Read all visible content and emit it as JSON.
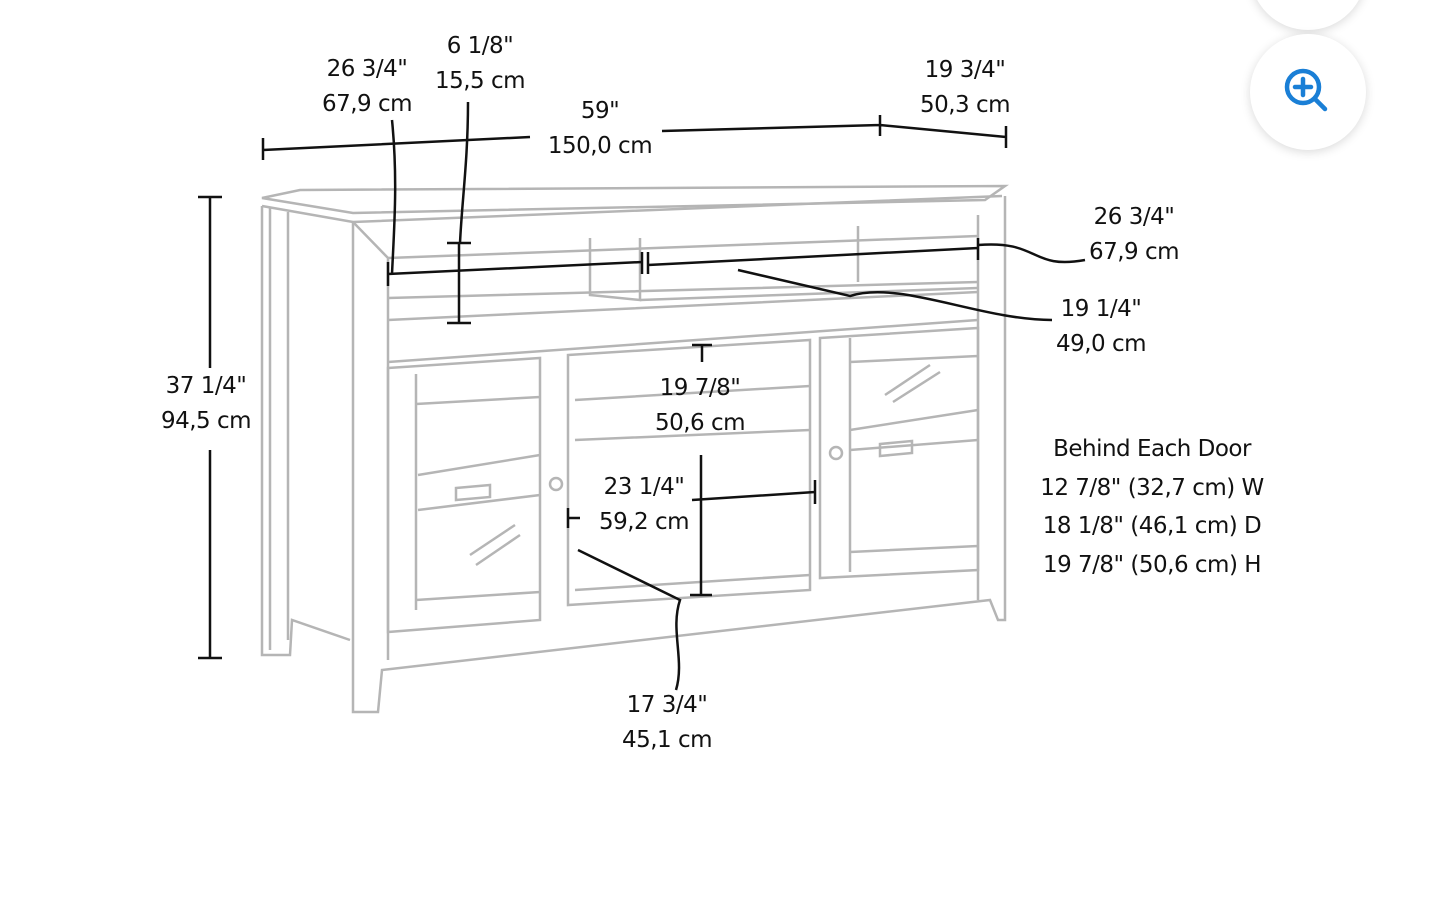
{
  "image_viewer": {
    "zoom_button_icon": "zoom-in-icon",
    "accent_color": "#1a7fd6"
  },
  "dimensions": {
    "shelf_width_top": {
      "in": "26 3/4\"",
      "cm": "67,9 cm"
    },
    "shelf_height_top": {
      "in": "6 1/8\"",
      "cm": "15,5 cm"
    },
    "overall_width": {
      "in": "59\"",
      "cm": "150,0 cm"
    },
    "overall_depth": {
      "in": "19 3/4\"",
      "cm": "50,3 cm"
    },
    "shelf_width_right": {
      "in": "26 3/4\"",
      "cm": "67,9 cm"
    },
    "shelf_depth": {
      "in": "19 1/4\"",
      "cm": "49,0 cm"
    },
    "overall_height": {
      "in": "37 1/4\"",
      "cm": "94,5 cm"
    },
    "center_height": {
      "in": "19 7/8\"",
      "cm": "50,6 cm"
    },
    "center_width": {
      "in": "23 1/4\"",
      "cm": "59,2 cm"
    },
    "center_depth": {
      "in": "17 3/4\"",
      "cm": "45,1 cm"
    }
  },
  "behind_each_door": {
    "title": "Behind Each Door",
    "width": "12 7/8\" (32,7 cm) W",
    "depth": "18 1/8\" (46,1 cm) D",
    "height": "19 7/8\" (50,6 cm) H"
  }
}
